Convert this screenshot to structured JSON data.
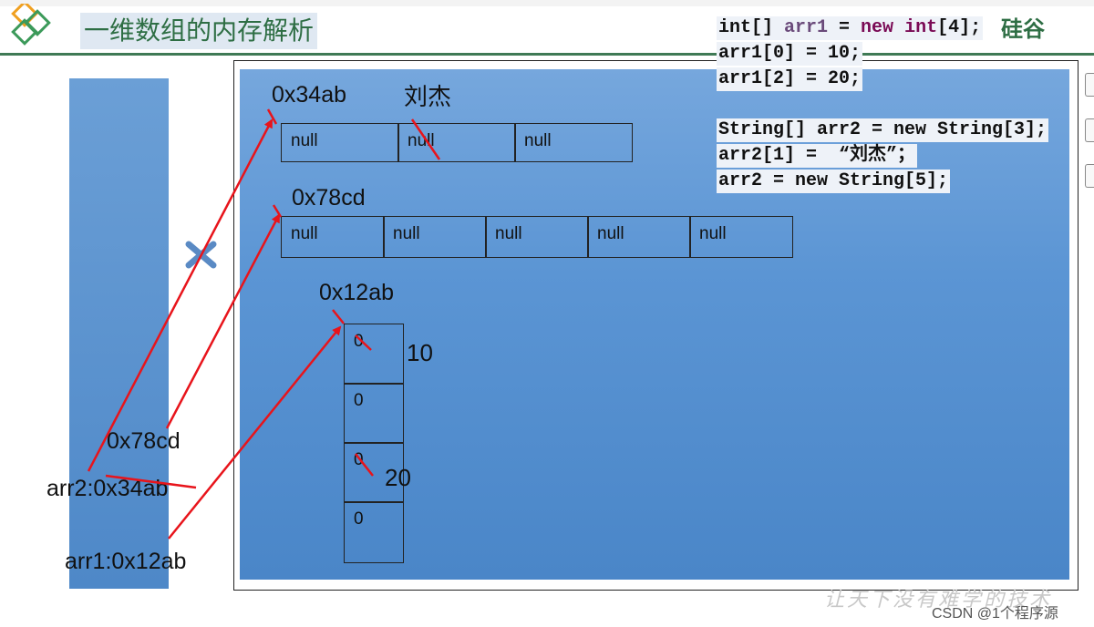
{
  "header": {
    "title": "一维数组的内存解析",
    "brand": "硅谷"
  },
  "code": {
    "line1": {
      "p1": "int[] ",
      "p2": "arr1",
      "p3": " = ",
      "p4": "new",
      "p5": " ",
      "p6": "int",
      "p7": "[4];"
    },
    "line2": "arr1[0] = 10;",
    "line3": "arr1[2] = 20;",
    "line4": "String[] arr2 = new String[3];",
    "line5": "arr2[1] =  “刘杰”；",
    "line6": "arr2 = new String[5];"
  },
  "heap": {
    "arr_a": {
      "address": "0x34ab",
      "note": "刘杰",
      "cells": [
        "null",
        "null",
        "null"
      ]
    },
    "arr_b": {
      "address": "0x78cd",
      "cells": [
        "null",
        "null",
        "null",
        "null",
        "null"
      ]
    },
    "arr_c": {
      "address": "0x12ab",
      "cells": [
        "0",
        "0",
        "0",
        "0"
      ],
      "notes": [
        "10",
        "20"
      ]
    }
  },
  "stack": {
    "label_new": "0x78cd",
    "label_arr2": "arr2:0x34ab",
    "label_arr1": "arr1:0x12ab"
  },
  "footer": {
    "watermark": "让天下没有难学的技术",
    "csdn": "CSDN @1个程序源"
  },
  "colors": {
    "arrow": "#e8141b",
    "heading_green": "#2e6e44",
    "heap_blue": "#5b95d4"
  }
}
